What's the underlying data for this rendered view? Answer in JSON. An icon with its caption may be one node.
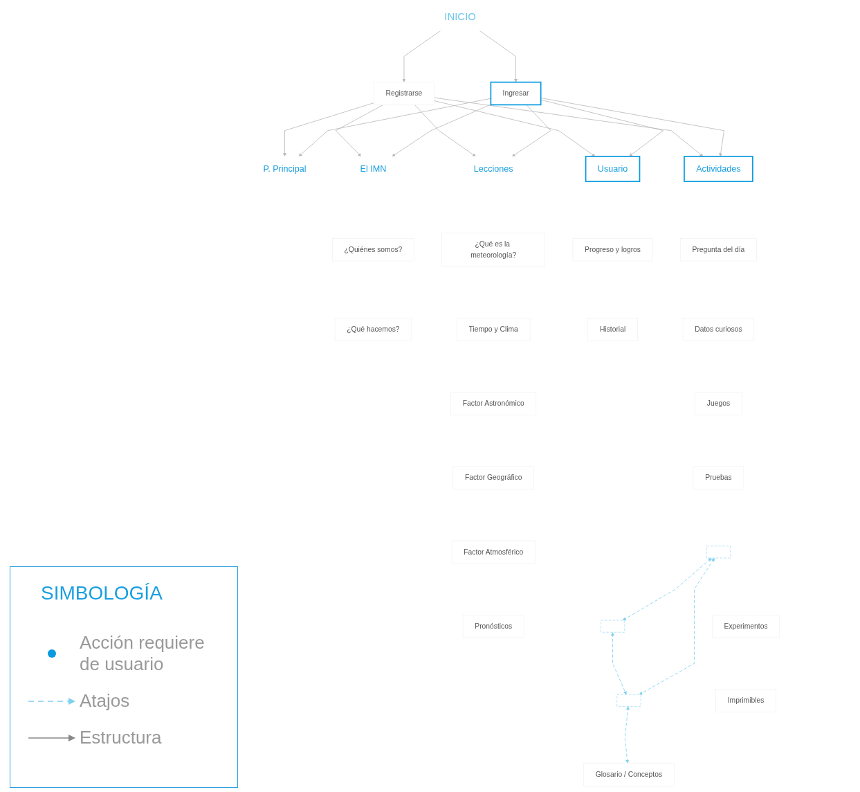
{
  "diagram": {
    "nodes": [
      {
        "text": [
          "INICIO"
        ]
      },
      {
        "text": [
          "Ingresar"
        ]
      },
      {
        "text": [
          "Registrarse"
        ]
      },
      {
        "text": [
          "P. Principal"
        ]
      },
      {
        "text": [
          "El IMN"
        ]
      },
      {
        "text": [
          "¿Quiénes somos?"
        ]
      },
      {
        "text": [
          "¿Qué hacemos?"
        ]
      },
      {
        "text": [
          "Lecciones"
        ]
      },
      {
        "text": [
          "¿Qué es la meteorología?"
        ]
      },
      {
        "text": [
          "Tiempo y Clima"
        ]
      },
      {
        "text": [
          "Factor Astronómico"
        ]
      },
      {
        "text": [
          "Factor Geográfico"
        ]
      },
      {
        "text": [
          "Factor Atmosférico"
        ]
      },
      {
        "text": [
          "Pronósticos"
        ]
      },
      {
        "text": [],
        "shape": "bracket"
      },
      {
        "text": [
          "Glosario / Conceptos"
        ]
      },
      {
        "text": [
          "Actividades"
        ]
      },
      {
        "text": [
          "Pregunta del día"
        ]
      },
      {
        "text": [
          "Datos curiosos"
        ]
      },
      {
        "text": [
          "Juegos"
        ]
      },
      {
        "text": [
          "Pruebas"
        ]
      },
      {
        "text": [],
        "shape": "bracket"
      },
      {
        "text": [
          "Experimentos"
        ]
      },
      {
        "text": [
          "Imprimibles"
        ]
      },
      {
        "text": [
          "Usuario"
        ]
      },
      {
        "text": [
          "Progreso y logros"
        ]
      },
      {
        "text": [
          "Historial"
        ]
      },
      {
        "text": [],
        "shape": "bracket"
      }
    ],
    "edges": [
      {
        "from": 0,
        "to": 1,
        "arrow": "to"
      },
      {
        "from": 0,
        "to": 2,
        "arrow": "to"
      },
      {
        "from": 1,
        "to": 3,
        "arrow": "to"
      },
      {
        "from": 2,
        "to": 3,
        "arrow": "to"
      },
      {
        "from": 1,
        "to": 4,
        "arrow": "to"
      },
      {
        "from": 1,
        "to": 7,
        "arrow": "to"
      },
      {
        "from": 1,
        "to": 16,
        "arrow": "to"
      },
      {
        "from": 1,
        "to": 24,
        "arrow": "to"
      },
      {
        "from": 2,
        "to": 4,
        "arrow": "to"
      },
      {
        "from": 2,
        "to": 7,
        "arrow": "to"
      },
      {
        "from": 2,
        "to": 16,
        "arrow": "to"
      },
      {
        "from": 2,
        "to": 24,
        "arrow": "to"
      },
      {
        "from": 15,
        "to": 14,
        "arrow": "both",
        "style": "dashed",
        "color": "#7fd0f0"
      },
      {
        "from": 21,
        "to": 14,
        "arrow": "both",
        "style": "dashed",
        "color": "#7fd0f0"
      },
      {
        "from": 27,
        "to": 14,
        "arrow": "both",
        "style": "dashed",
        "color": "#7fd0f0"
      },
      {
        "from": 21,
        "to": 27,
        "arrow": "both",
        "style": "dashed",
        "color": "#7fd0f0"
      }
    ],
    "labels": [
      "SIMBOLOGÍA"
    ],
    "legend": [
      {
        "text": "Acción requiere de usuario",
        "color": "#0a9ae0"
      },
      {
        "text": "Atajos"
      },
      {
        "text": "Estructura"
      }
    ]
  }
}
